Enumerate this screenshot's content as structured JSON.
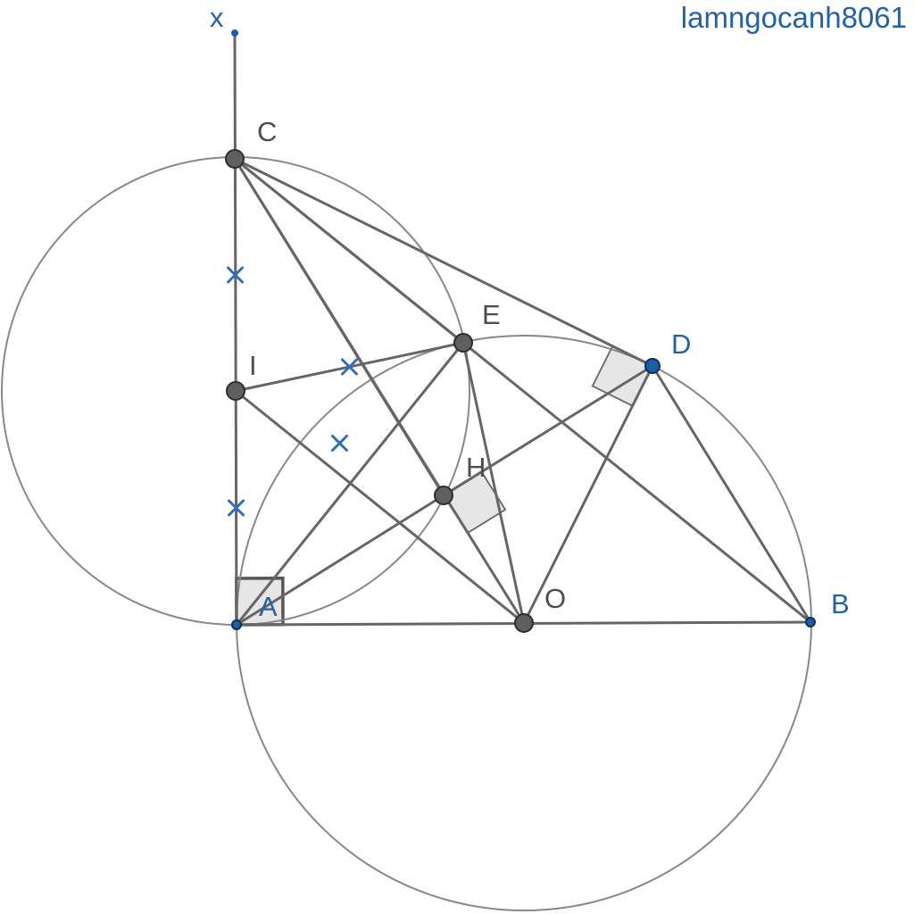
{
  "watermark": "lamngocanh8061",
  "colors": {
    "line": "#666666",
    "thin_line": "#888888",
    "gray_point": "#5f5f5f",
    "blue_point": "#1b5ea8",
    "gray_label": "#4d4d4d",
    "blue_label": "#2461a6",
    "tick": "#2f6db5",
    "right_angle_fill": "#e6e6e6"
  },
  "points": [
    {
      "id": "x",
      "label": "x",
      "style": "blue-small"
    },
    {
      "id": "C",
      "label": "C",
      "style": "gray"
    },
    {
      "id": "E",
      "label": "E",
      "style": "gray"
    },
    {
      "id": "D",
      "label": "D",
      "style": "blue"
    },
    {
      "id": "I",
      "label": "I",
      "style": "gray"
    },
    {
      "id": "H",
      "label": "H",
      "style": "gray"
    },
    {
      "id": "A",
      "label": "A",
      "style": "blue-small"
    },
    {
      "id": "O",
      "label": "O",
      "style": "gray"
    },
    {
      "id": "B",
      "label": "B",
      "style": "blue-small"
    }
  ],
  "circles": [
    {
      "name": "circle-O",
      "center": "O",
      "through": "A"
    },
    {
      "name": "circle-I",
      "center": "I",
      "through": "A"
    }
  ],
  "segments": [
    [
      "A",
      "x"
    ],
    [
      "A",
      "B"
    ],
    [
      "C",
      "D"
    ],
    [
      "C",
      "E"
    ],
    [
      "C",
      "H"
    ],
    [
      "C",
      "O"
    ],
    [
      "C",
      "B"
    ],
    [
      "I",
      "E"
    ],
    [
      "I",
      "O"
    ],
    [
      "A",
      "E"
    ],
    [
      "A",
      "H"
    ],
    [
      "H",
      "D"
    ],
    [
      "E",
      "O"
    ],
    [
      "O",
      "D"
    ],
    [
      "D",
      "B"
    ]
  ],
  "equal_marks": [
    [
      "C",
      "I"
    ],
    [
      "I",
      "A"
    ],
    [
      "I",
      "E"
    ],
    [
      "I",
      "H"
    ]
  ],
  "right_angles": [
    {
      "vertex": "A",
      "arms": [
        "x",
        "B"
      ],
      "style": "bold"
    },
    {
      "vertex": "E",
      "arms": [
        "C",
        "B"
      ],
      "style": "fill"
    },
    {
      "vertex": "D",
      "arms": [
        "C",
        "O"
      ],
      "style": "fill"
    },
    {
      "vertex": "H",
      "arms": [
        "D",
        "O"
      ],
      "style": "fill"
    }
  ]
}
